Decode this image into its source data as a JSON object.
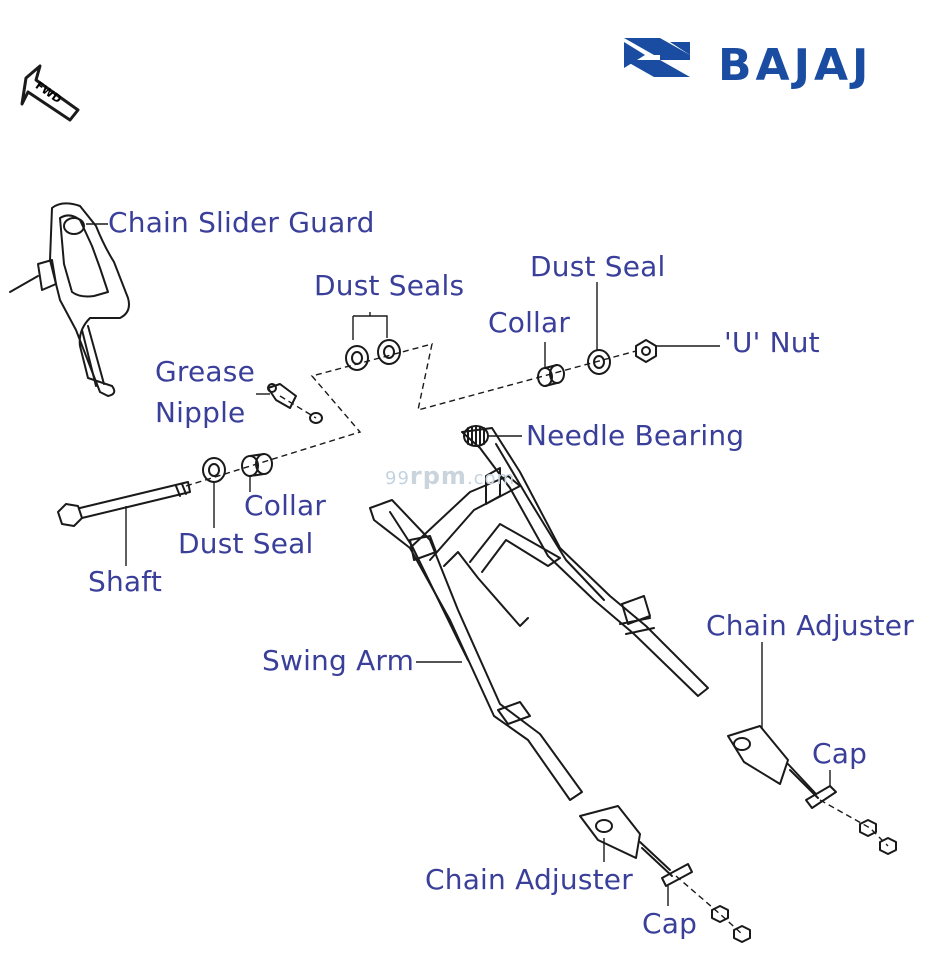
{
  "brand": {
    "name": "BAJAJ",
    "color": "#1a4da1"
  },
  "fwd_badge": "FWD",
  "watermark": {
    "left": "99",
    "mid": "rpm",
    "right": ".com"
  },
  "label_color": "#3a3f9a",
  "labels": {
    "chain_slider_guard": "Chain Slider Guard",
    "dust_seals": "Dust Seals",
    "dust_seal_top": "Dust Seal",
    "collar_top": "Collar",
    "u_nut": "'U' Nut",
    "grease": "Grease",
    "nipple": "Nipple",
    "needle_bearing": "Needle Bearing",
    "collar_left": "Collar",
    "dust_seal_left": "Dust Seal",
    "shaft": "Shaft",
    "swing_arm": "Swing Arm",
    "chain_adjuster_right": "Chain Adjuster",
    "cap_right": "Cap",
    "chain_adjuster_bottom": "Chain Adjuster",
    "cap_bottom": "Cap"
  }
}
